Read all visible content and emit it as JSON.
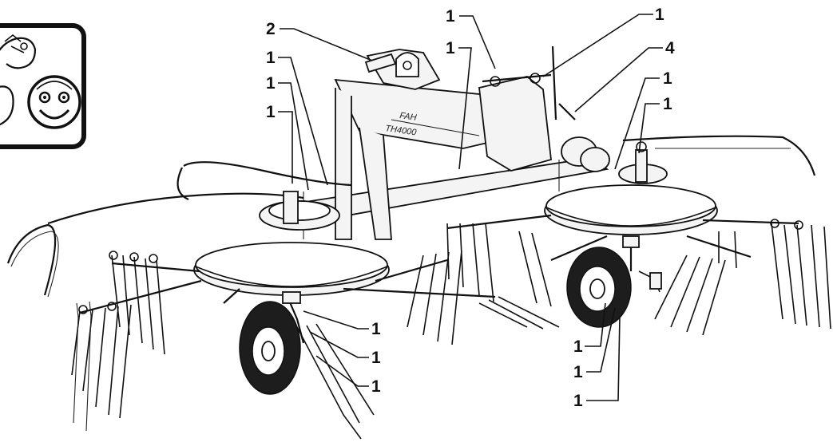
{
  "labels": {
    "l1_a": "1",
    "l1_b": "1",
    "l1_c": "1",
    "l1_d": "1",
    "l1_e": "1",
    "l1_f": "1",
    "l1_g": "1",
    "l1_h": "1",
    "l1_i": "1",
    "l1_j": "1",
    "l1_k": "1",
    "l1_l": "1",
    "l1_m": "1",
    "l2": "2",
    "l4": "4"
  },
  "machine": {
    "brand": "FAH",
    "model": "TH4000"
  },
  "icon": "safety-warning-pictogram-smiling-face",
  "colors": {
    "line": "#111111",
    "fill": "#f4f4f4",
    "background": "#ffffff"
  }
}
